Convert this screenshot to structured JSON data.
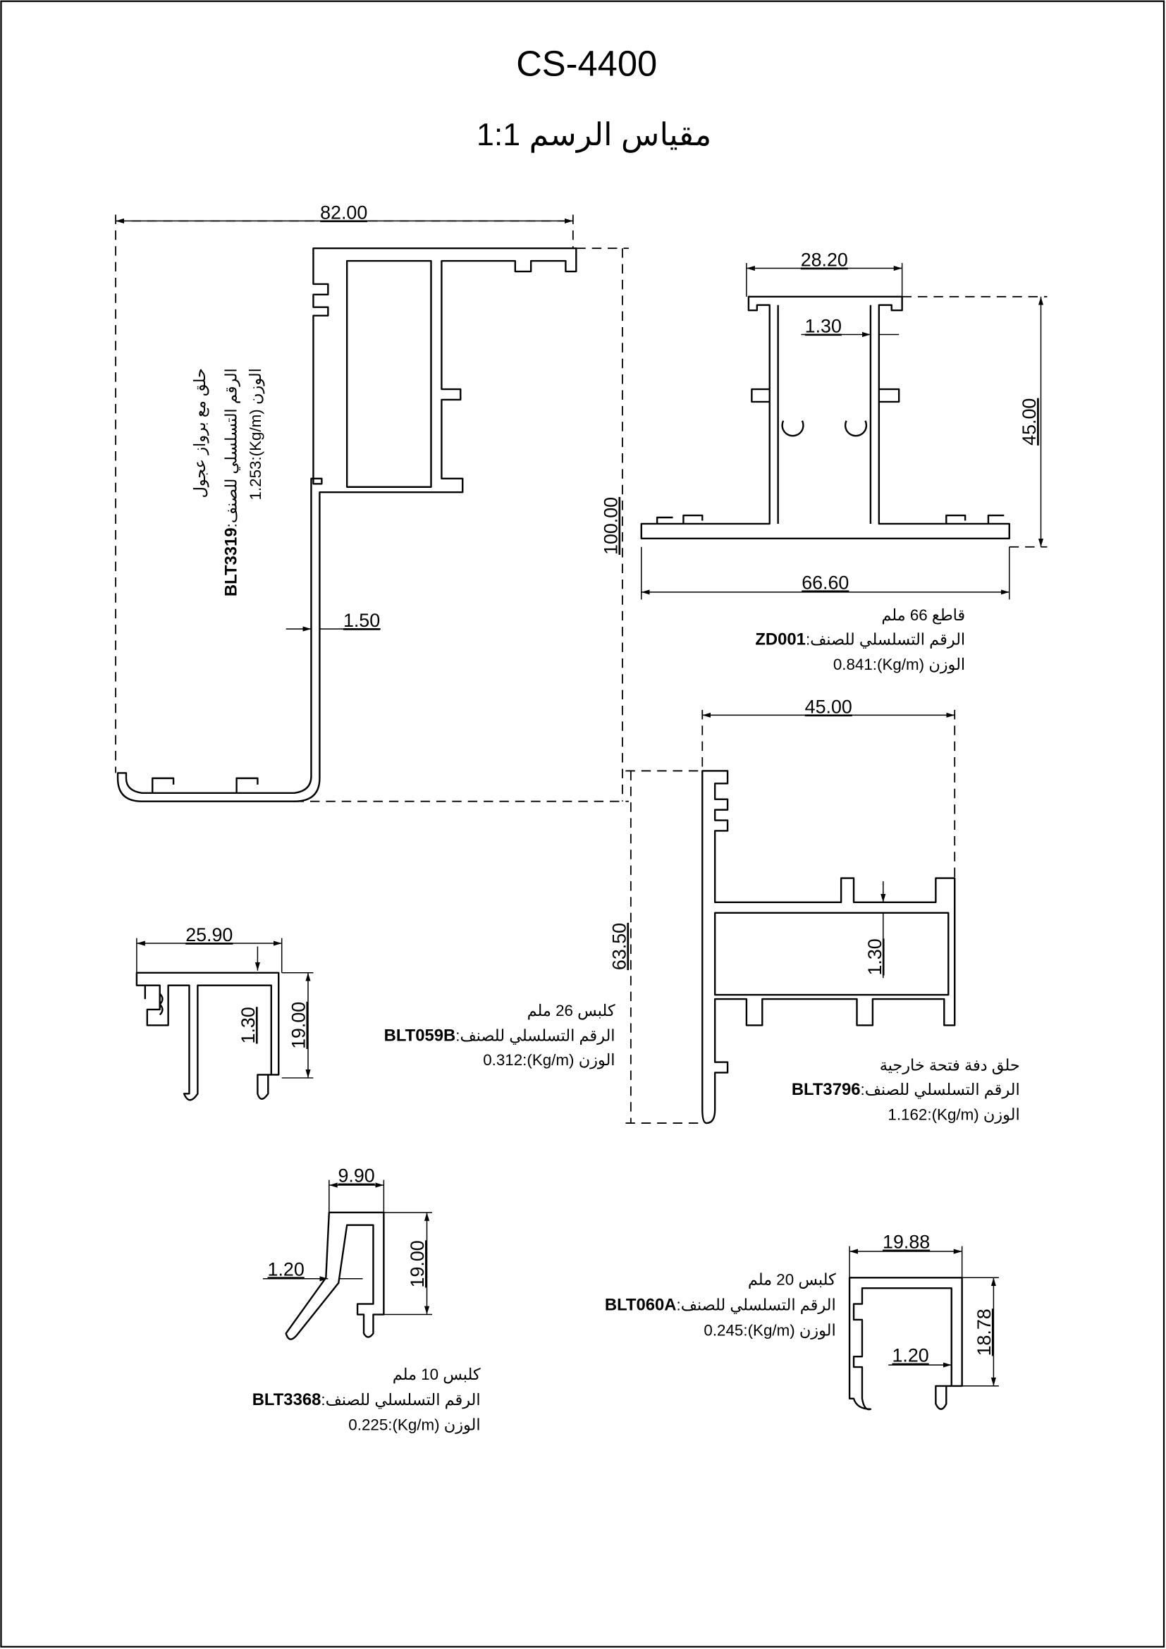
{
  "title": "CS-4400",
  "scale": {
    "label": "مقياس الرسم",
    "value": "1:1"
  },
  "common": {
    "serial_label": "الرقم التسلسلي للصنف",
    "weight_label": "الوزن",
    "weight_unit": "(Kg/m)"
  },
  "profiles": [
    {
      "name": "حلق مع برواز عجول",
      "code": "BLT3319",
      "weight": "1.253",
      "dims": [
        "82.00",
        "100.00",
        "1.50"
      ]
    },
    {
      "name": "قاطع 66 ملم",
      "code": "ZD001",
      "weight": "0.841",
      "dims": [
        "28.20",
        "1.30",
        "45.00",
        "66.60"
      ]
    },
    {
      "name": "حلق دفة فتحة خارجية",
      "code": "BLT3796",
      "weight": "1.162",
      "dims": [
        "45.00",
        "63.50",
        "1.30"
      ]
    },
    {
      "name": "كلبس 26 ملم",
      "code": "BLT059B",
      "weight": "0.312",
      "dims": [
        "25.90",
        "19.00",
        "1.30"
      ]
    },
    {
      "name": "كلبس 10 ملم",
      "code": "BLT3368",
      "weight": "0.225",
      "dims": [
        "9.90",
        "19.00",
        "1.20"
      ]
    },
    {
      "name": "كلبس 20 ملم",
      "code": "BLT060A",
      "weight": "0.245",
      "dims": [
        "19.88",
        "18.78",
        "1.20"
      ]
    }
  ]
}
